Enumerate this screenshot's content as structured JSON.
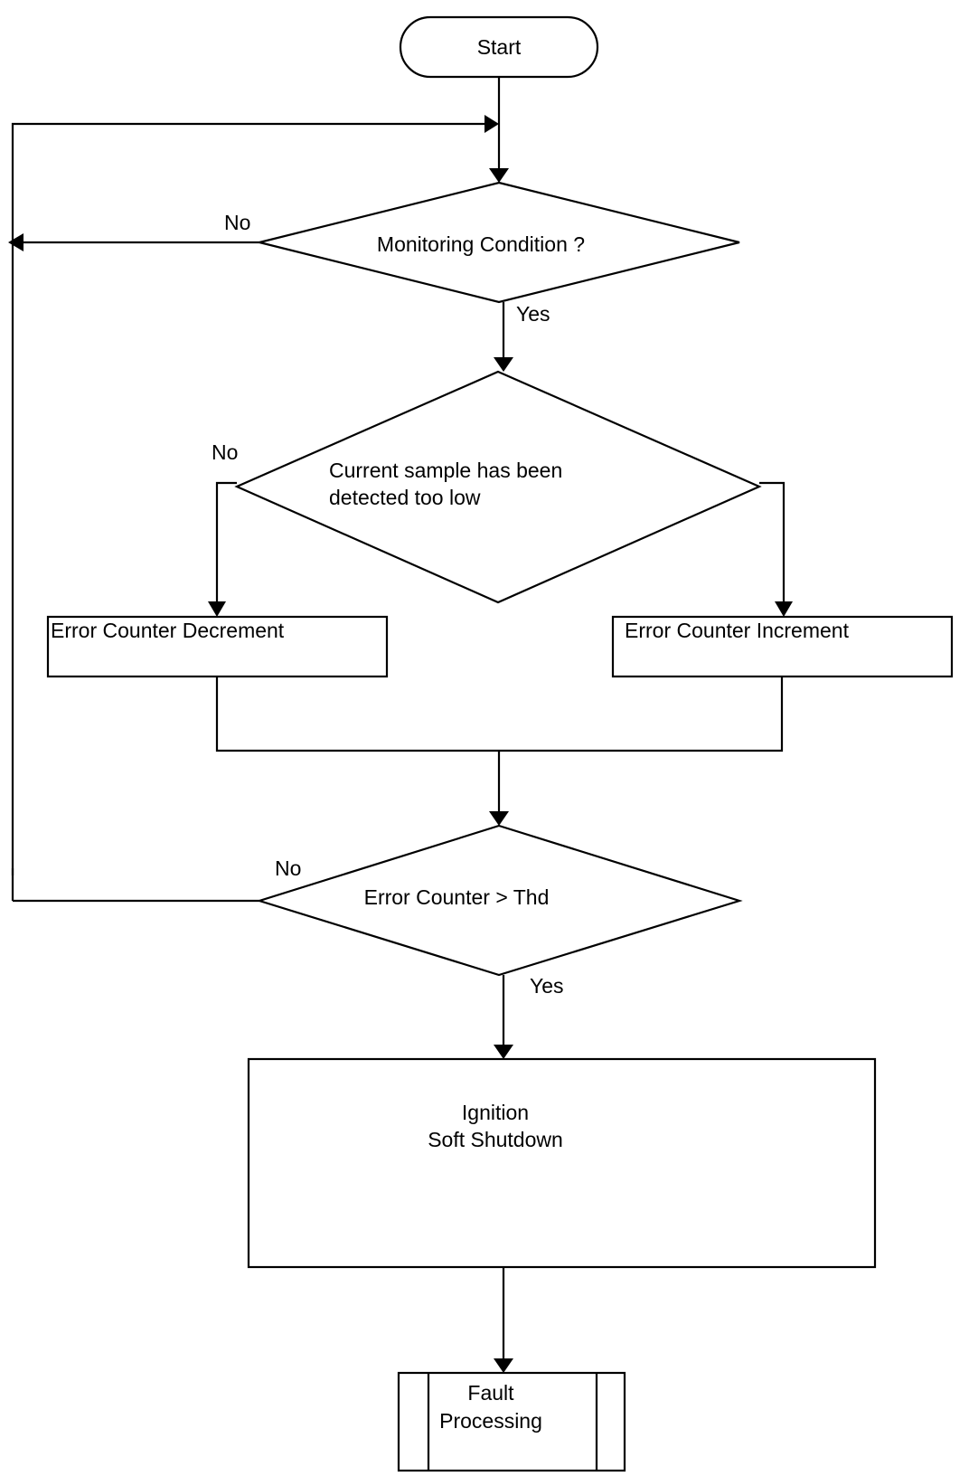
{
  "nodes": {
    "start": "Start",
    "monitoring": "Monitoring Condition ?",
    "current_line1": "Current sample has been",
    "current_line2": "detected too low",
    "decrement": "Error Counter Decrement",
    "increment": "Error Counter Increment",
    "threshold": "Error Counter >  Thd",
    "shutdown_line1": "Ignition",
    "shutdown_line2": "Soft Shutdown",
    "fault_line1": "Fault",
    "fault_line2": "Processing"
  },
  "edges": {
    "monitoring_no": "No",
    "monitoring_yes": "Yes",
    "current_no": "No",
    "threshold_no": "No",
    "threshold_yes": "Yes"
  }
}
